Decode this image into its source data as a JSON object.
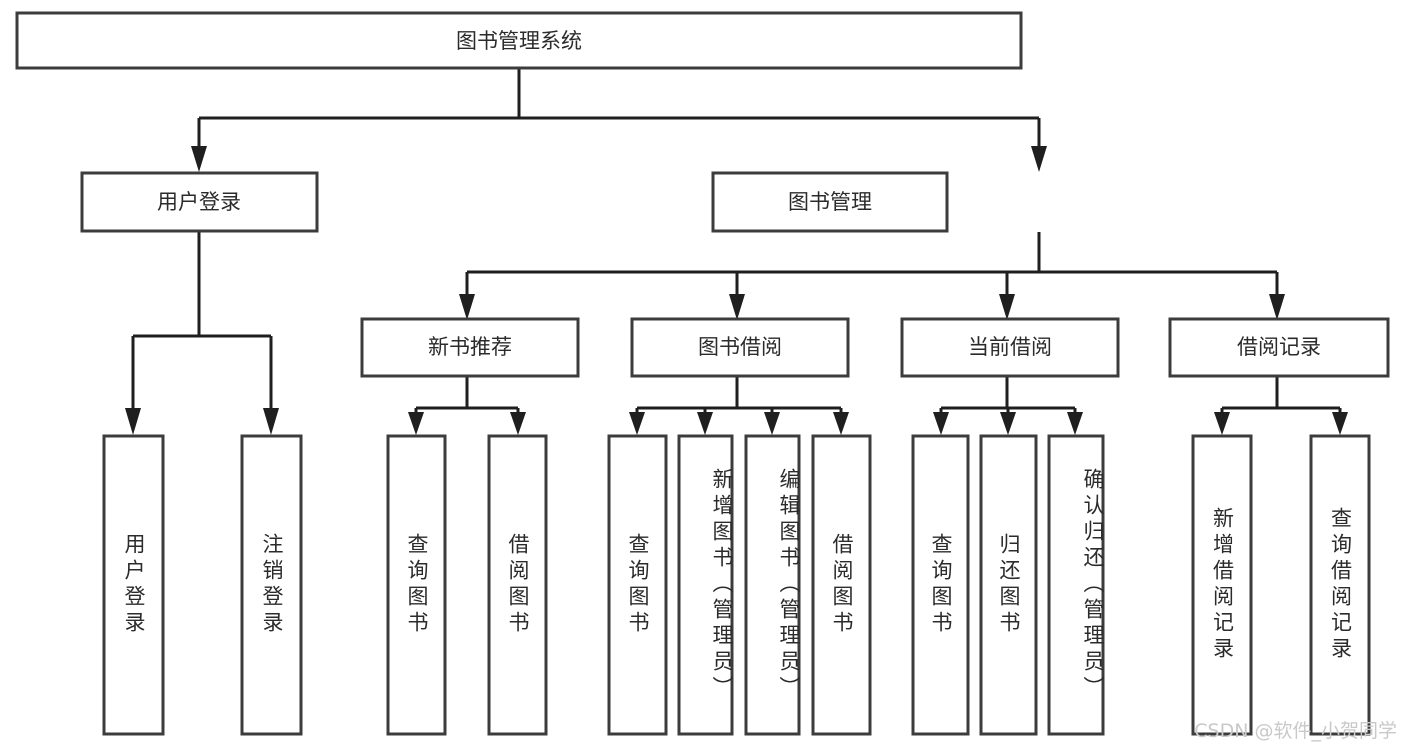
{
  "diagram": {
    "type": "tree-hierarchy-chart",
    "title_node": "图书管理系统",
    "watermark": "CSDN @软件_小贺同学",
    "colors": {
      "background": "#ffffff",
      "box_stroke": "#3c3c3c",
      "connector": "#1f1f1f",
      "text": "#2b2b2b",
      "watermark": "#c9c9c9"
    },
    "levels": {
      "level1": [
        {
          "id": "user-login",
          "label": "用户登录"
        },
        {
          "id": "book-manage",
          "label": "图书管理"
        }
      ],
      "level2": [
        {
          "id": "new-book-recommend",
          "label": "新书推荐"
        },
        {
          "id": "book-borrow",
          "label": "图书借阅"
        },
        {
          "id": "current-borrow",
          "label": "当前借阅"
        },
        {
          "id": "borrow-record",
          "label": "借阅记录"
        }
      ],
      "leaves": [
        {
          "id": "leaf-user-login",
          "label": "用户登录",
          "parent": "user-login"
        },
        {
          "id": "leaf-logout-login",
          "label": "注销登录",
          "parent": "user-login"
        },
        {
          "id": "leaf-query-book-1",
          "label": "查询图书",
          "parent": "new-book-recommend"
        },
        {
          "id": "leaf-borrow-book-1",
          "label": "借阅图书",
          "parent": "new-book-recommend"
        },
        {
          "id": "leaf-query-book-2",
          "label": "查询图书",
          "parent": "book-borrow"
        },
        {
          "id": "leaf-add-book",
          "label": "新增图书（管理员）",
          "parent": "book-borrow"
        },
        {
          "id": "leaf-edit-book",
          "label": "编辑图书（管理员）",
          "parent": "book-borrow"
        },
        {
          "id": "leaf-borrow-book-2",
          "label": "借阅图书",
          "parent": "book-borrow"
        },
        {
          "id": "leaf-query-book-3",
          "label": "查询图书",
          "parent": "current-borrow"
        },
        {
          "id": "leaf-return-book",
          "label": "归还图书",
          "parent": "current-borrow"
        },
        {
          "id": "leaf-confirm-return",
          "label": "确认归还（管理员）",
          "parent": "current-borrow"
        },
        {
          "id": "leaf-add-record",
          "label": "新增借阅记录",
          "parent": "borrow-record"
        },
        {
          "id": "leaf-query-record",
          "label": "查询借阅记录",
          "parent": "borrow-record"
        }
      ]
    }
  }
}
